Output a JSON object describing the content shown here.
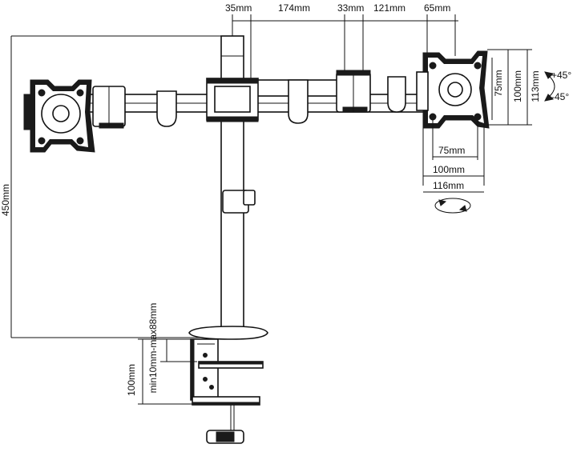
{
  "top_dims": {
    "d1": "35mm",
    "d2": "174mm",
    "d3": "33mm",
    "d4": "121mm",
    "d5": "65mm"
  },
  "side_dims": {
    "height": "450mm",
    "v75": "75mm",
    "v100": "100mm",
    "v113": "113mm"
  },
  "tilt": {
    "plus": "+45°",
    "minus": "-45°"
  },
  "bottom_dims": {
    "h75": "75mm",
    "h100": "100mm",
    "h116": "116mm"
  },
  "clamp_dims": {
    "clamp_range": "min10mm-max88mm",
    "clamp_height": "100mm"
  }
}
